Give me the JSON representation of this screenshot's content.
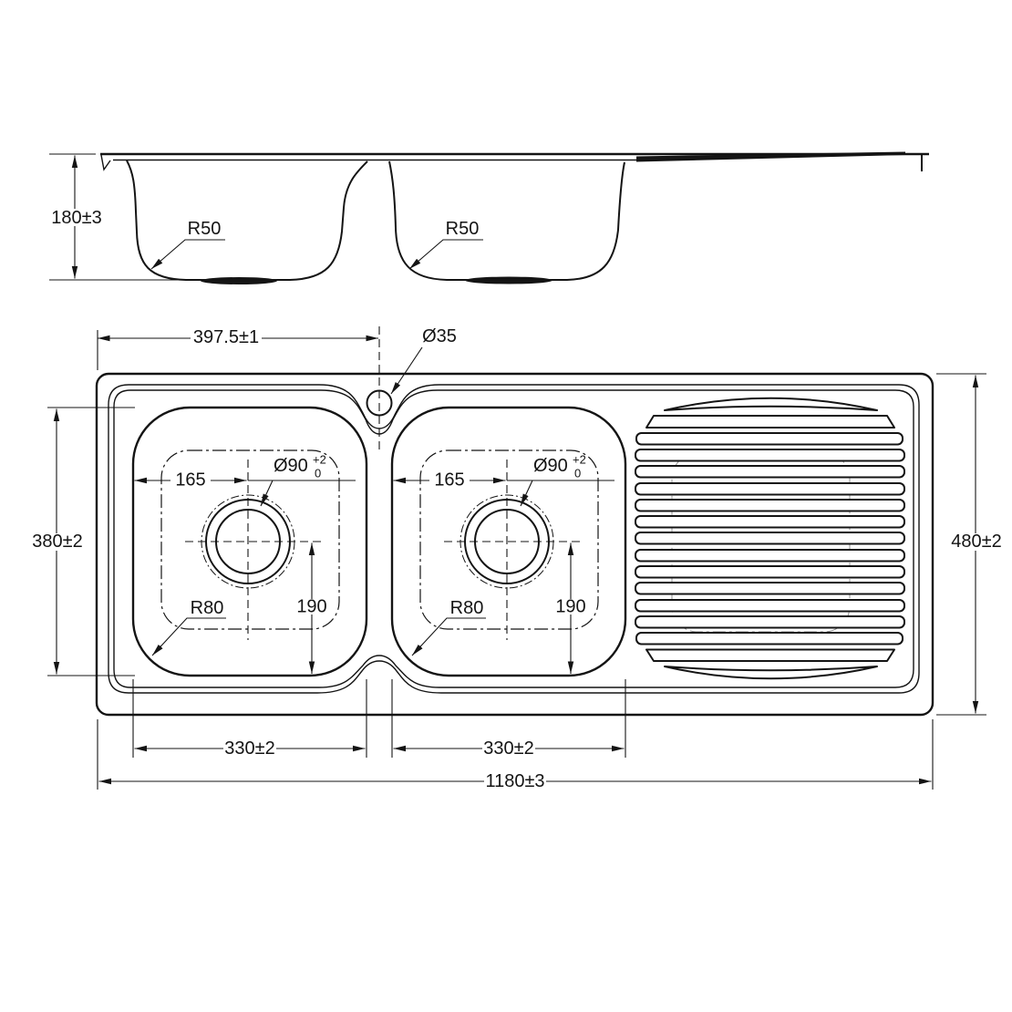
{
  "drawing": {
    "type": "sink-dimension-drawing",
    "views": [
      "side-elevation",
      "plan"
    ]
  },
  "colors": {
    "line": "#141414",
    "background": "#ffffff",
    "faint_line": "#8a8a8a"
  },
  "side_view": {
    "depth_dim": "180±3",
    "bowl_bottom_radius": "R50"
  },
  "plan_view": {
    "tap_center_from_left": "397.5±1",
    "tap_hole_diameter": "Ø35",
    "bowl_front_to_back": "380±2",
    "overall_front_to_back": "480±2",
    "overall_length": "1180±3",
    "bowl_length": "330±2",
    "waste_offset_horizontal": "165",
    "waste_offset_vertical": "190",
    "waste_diameter": "Ø90",
    "waste_tolerance_upper": "+2",
    "waste_tolerance_lower": "0",
    "bowl_corner_radius": "R80"
  }
}
